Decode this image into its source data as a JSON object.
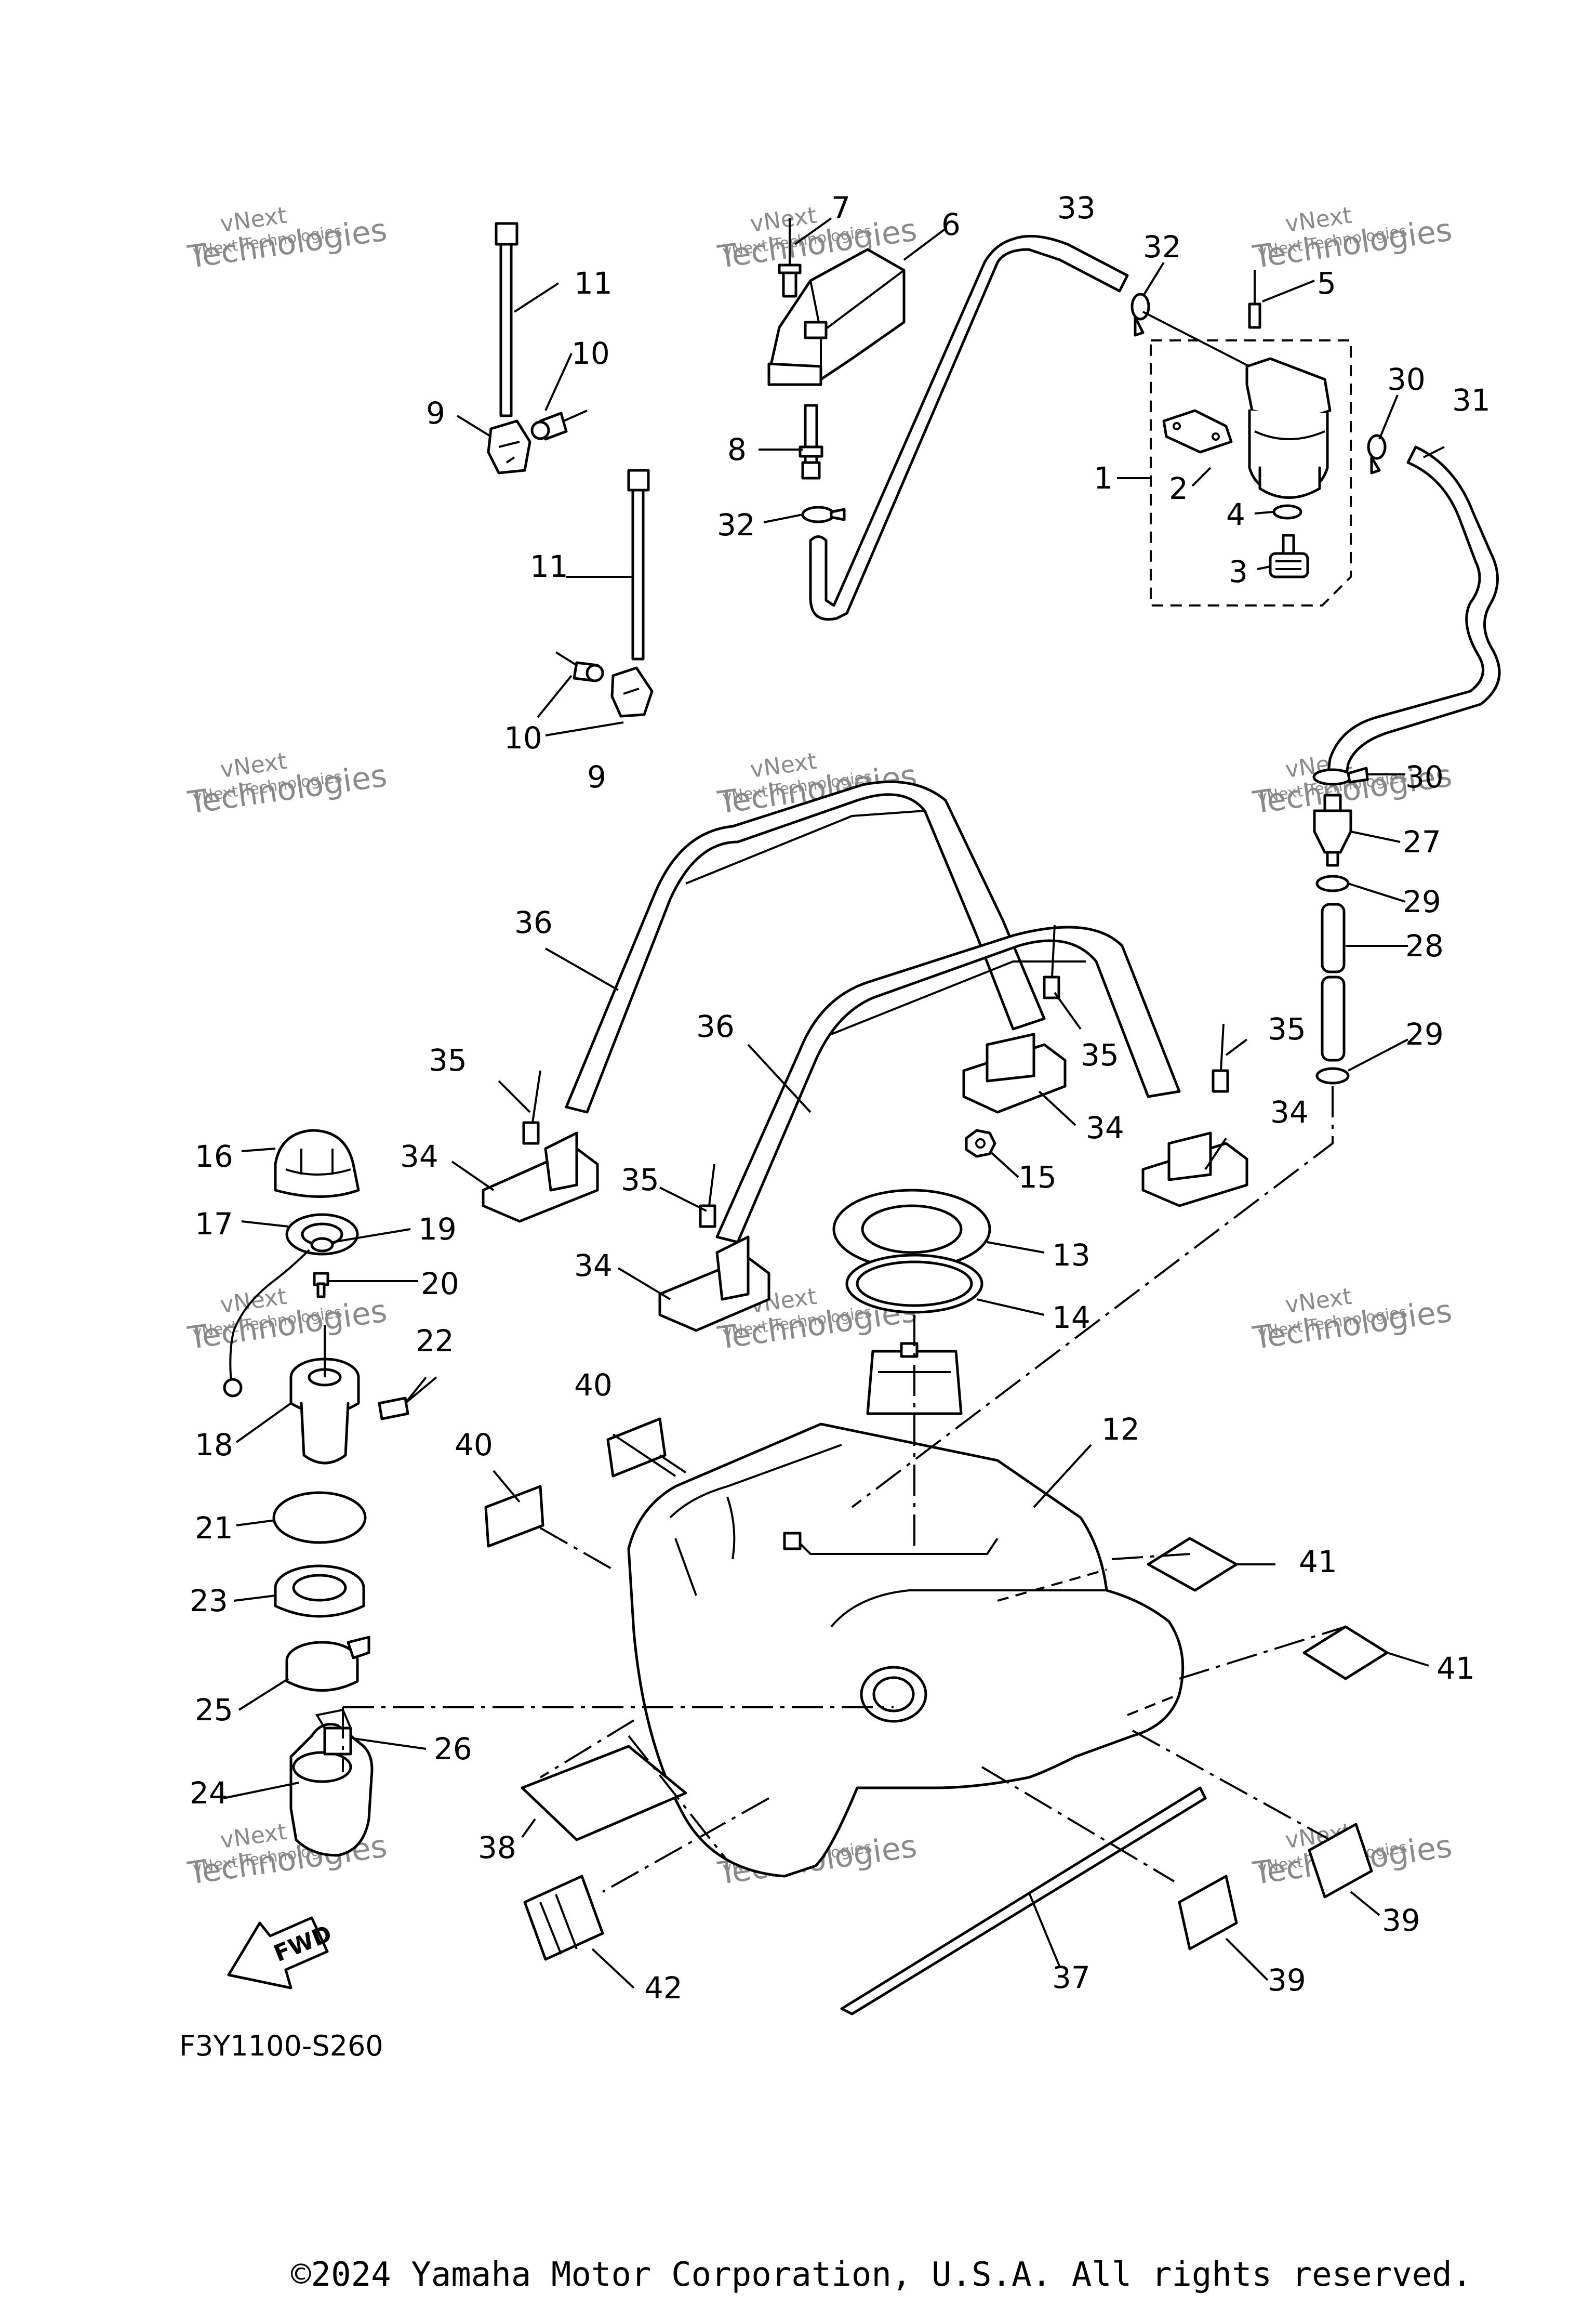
{
  "figure_code": "F3Y1100-S260",
  "copyright": "©2024 Yamaha Motor Corporation, U.S.A. All rights reserved.",
  "watermark": {
    "line1": "vNext",
    "line2": "Technologies",
    "line3": "vNext Technologies"
  },
  "fwd_label": "FWD",
  "callouts": {
    "c1": "1",
    "c2": "2",
    "c3": "3",
    "c4": "4",
    "c5": "5",
    "c6": "6",
    "c7": "7",
    "c8": "8",
    "c9a": "9",
    "c9b": "9",
    "c10a": "10",
    "c10b": "10",
    "c11a": "11",
    "c11b": "11",
    "c12": "12",
    "c13": "13",
    "c14": "14",
    "c15": "15",
    "c16": "16",
    "c17": "17",
    "c18": "18",
    "c19": "19",
    "c20": "20",
    "c21": "21",
    "c22": "22",
    "c23": "23",
    "c24": "24",
    "c25": "25",
    "c26": "26",
    "c27": "27",
    "c28": "28",
    "c29a": "29",
    "c29b": "29",
    "c30a": "30",
    "c30b": "30",
    "c31": "31",
    "c32a": "32",
    "c32b": "32",
    "c33": "33",
    "c34a": "34",
    "c34b": "34",
    "c34c": "34",
    "c35a": "35",
    "c35b": "35",
    "c35c": "35",
    "c36a": "36",
    "c36b": "36",
    "c37": "37",
    "c38": "38",
    "c39a": "39",
    "c39b": "39",
    "c40a": "40",
    "c40b": "40",
    "c41a": "41",
    "c41b": "41",
    "c42": "42"
  }
}
